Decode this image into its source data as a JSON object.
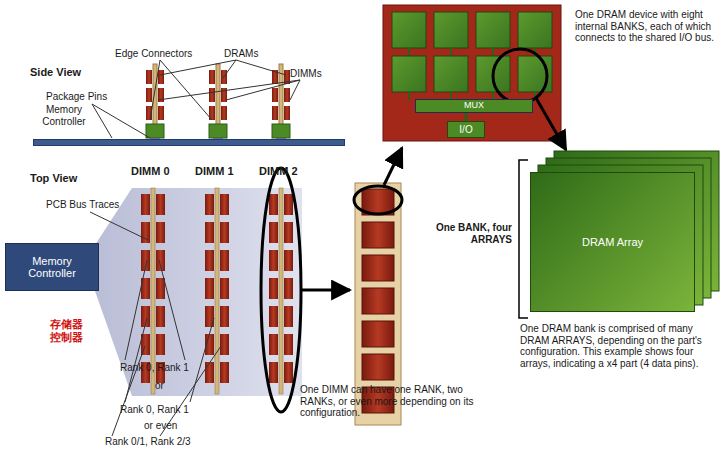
{
  "diagram": {
    "nodes": [
      {
        "text": [
          "Memory Controller"
        ]
      },
      {
        "text": [
          "Memory Controller"
        ]
      },
      {
        "text": [
          "MUX"
        ]
      },
      {
        "text": [
          "I/O"
        ]
      },
      {
        "text": [
          "DRAM Array"
        ]
      }
    ],
    "edges": [
      {
        "from": 2,
        "to": 3,
        "arrow": "none"
      }
    ],
    "labels": [
      "Side View",
      "Package Pins",
      "Edge Connectors",
      "DRAMs",
      "DIMMs",
      "Top View",
      "PCB Bus Traces",
      "DIMM 0",
      "DIMM 1",
      "DIMM 2",
      "存储器 控制器",
      "Rank 0, Rank 1",
      "or",
      "Rank 0, Rank 1",
      "or even",
      "Rank 0/1, Rank 2/3",
      "One DIMM can have one RANK, two RANKs, or even more depending on its configuration.",
      "One DRAM device with eight internal BANKS, each of which connects to the shared I/O bus.",
      "One BANK, four ARRAYS",
      "One DRAM bank is comprised of many DRAM ARRAYS, depending on the part's configuration. This example shows four arrays, indicating a x4 part (4 data pins)."
    ]
  }
}
